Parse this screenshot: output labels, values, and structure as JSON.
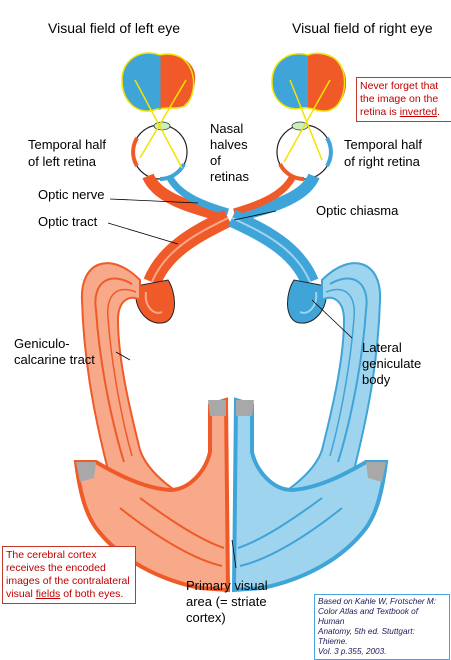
{
  "titles": {
    "left_eye": "Visual field of left eye",
    "right_eye": "Visual field of right eye"
  },
  "labels": {
    "temporal_left_1": "Temporal half",
    "temporal_left_2": "of left retina",
    "nasal_1": "Nasal",
    "nasal_2": "halves",
    "nasal_3": "of",
    "nasal_4": "retinas",
    "temporal_right_1": "Temporal half",
    "temporal_right_2": "of right retina",
    "optic_nerve": "Optic nerve",
    "optic_chiasma": "Optic chiasma",
    "optic_tract": "Optic tract",
    "geniculo_1": "Geniculo-",
    "geniculo_2": "calcarine tract",
    "lateral_1": "Lateral",
    "lateral_2": "geniculate",
    "lateral_3": "body",
    "primary_1": "Primary visual",
    "primary_2": "area (= striate",
    "primary_3": "cortex)"
  },
  "notes": {
    "retina_1": "Never forget that",
    "retina_2": "the image on the",
    "retina_3a": "retina is ",
    "retina_3b": "inverted",
    "retina_3c": ".",
    "cortex_1": "The cerebral cortex",
    "cortex_2": "receives the encoded",
    "cortex_3": "images of the contralateral",
    "cortex_4a": "visual ",
    "cortex_4b": "fields",
    "cortex_4c": " of both eyes."
  },
  "citation": {
    "line1": "Based on Kahle W, Frotscher M:",
    "line2": "Color Atlas and Textbook of Human",
    "line3": "Anatomy, 5th ed. Stuttgart: Thieme.",
    "line4": "Vol. 3 p.355, 2003."
  },
  "colors": {
    "blue": "#3fa4d8",
    "blue_light": "#9fd4ee",
    "orange": "#f05a28",
    "orange_light": "#f7a98a",
    "yellow": "#f2e400",
    "gray": "#a8a8a8"
  }
}
